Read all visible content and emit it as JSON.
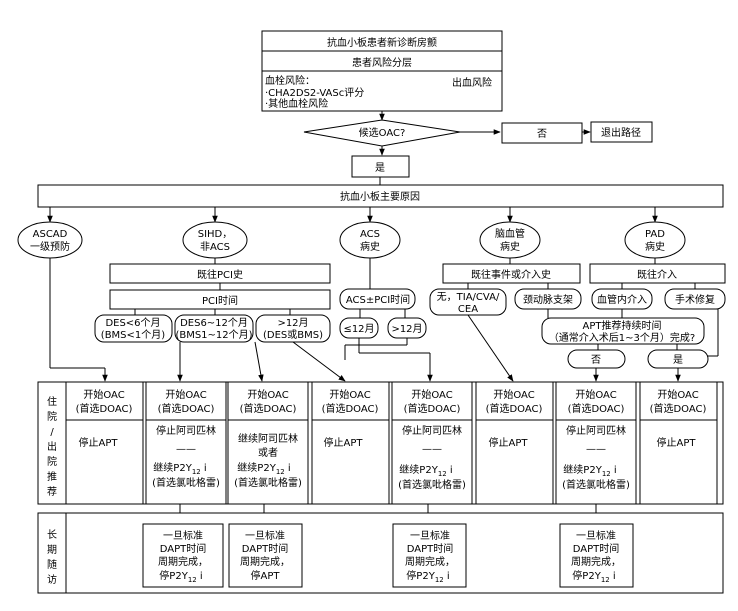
{
  "top": {
    "title": "抗血小板患者新诊断房颤",
    "stratify": "患者风险分层",
    "thrombo_line1": "血栓风险：",
    "thrombo_line2": "·CHA2DS2-VASc评分",
    "thrombo_line3": "·其他血栓风险",
    "bleeding": "出血风险"
  },
  "oac": {
    "question": "候选OAC?",
    "no": "否",
    "exit": "退出路径",
    "yes": "是"
  },
  "reason": "抗血小板主要原因",
  "causes": {
    "ascad_1": "ASCAD",
    "ascad_2": "一级预防",
    "sihd_1": "SIHD，",
    "sihd_2": "非ACS",
    "acs_1": "ACS",
    "acs_2": "病史",
    "cvd_1": "脑血管",
    "cvd_2": "病史",
    "pad_1": "PAD",
    "pad_2": "病史"
  },
  "sihd_branch": {
    "prior_pci": "既往PCI史",
    "pci_time": "PCI时间",
    "t1_1": "DES<6个月",
    "t1_2": "(BMS<1个月)",
    "t2_1": "DES6~12个月",
    "t2_2": "(BMS1~12个月)",
    "t3_1": ">12月",
    "t3_2": "(DES或BMS)"
  },
  "acs_branch": {
    "pci_time": "ACS±PCI时间",
    "le12": "≤12月",
    "gt12": ">12月"
  },
  "cvd_branch": {
    "history": "既往事件或介入史",
    "none_1": "无，TIA/CVA/",
    "none_2": "CEA",
    "stent": "颈动脉支架"
  },
  "pad_branch": {
    "prior": "既往介入",
    "endo": "血管内介入",
    "surgery": "手术修复",
    "apt_q1": "APT推荐持续时间",
    "apt_q2": "（通常介入术后1~3个月）完成?",
    "no": "否",
    "yes": "是"
  },
  "hospital": {
    "side_label": [
      "住",
      "院",
      "/",
      "出",
      "院",
      "推",
      "荐"
    ],
    "start_1": "开始OAC",
    "start_2": "(首选DOAC)",
    "stop_apt": "停止APT",
    "stop_aspirin": "停止阿司匹林",
    "continue_1": "继续P2Y",
    "sub": "12",
    "continue_tail": " i",
    "continue_2": "(首选氯吡格雷)",
    "continue_or_1": "继续阿司匹林",
    "continue_or_2": "或者",
    "continue_or_3": "继续P2Y",
    "dash": "——"
  },
  "followup": {
    "side_label": [
      "长",
      "期",
      "随",
      "访"
    ],
    "l1": "一旦标准",
    "l2": "DAPT时间",
    "l3": "周期完成，",
    "stop_p2y": "停P2Y",
    "stop_apt": "停APT"
  }
}
